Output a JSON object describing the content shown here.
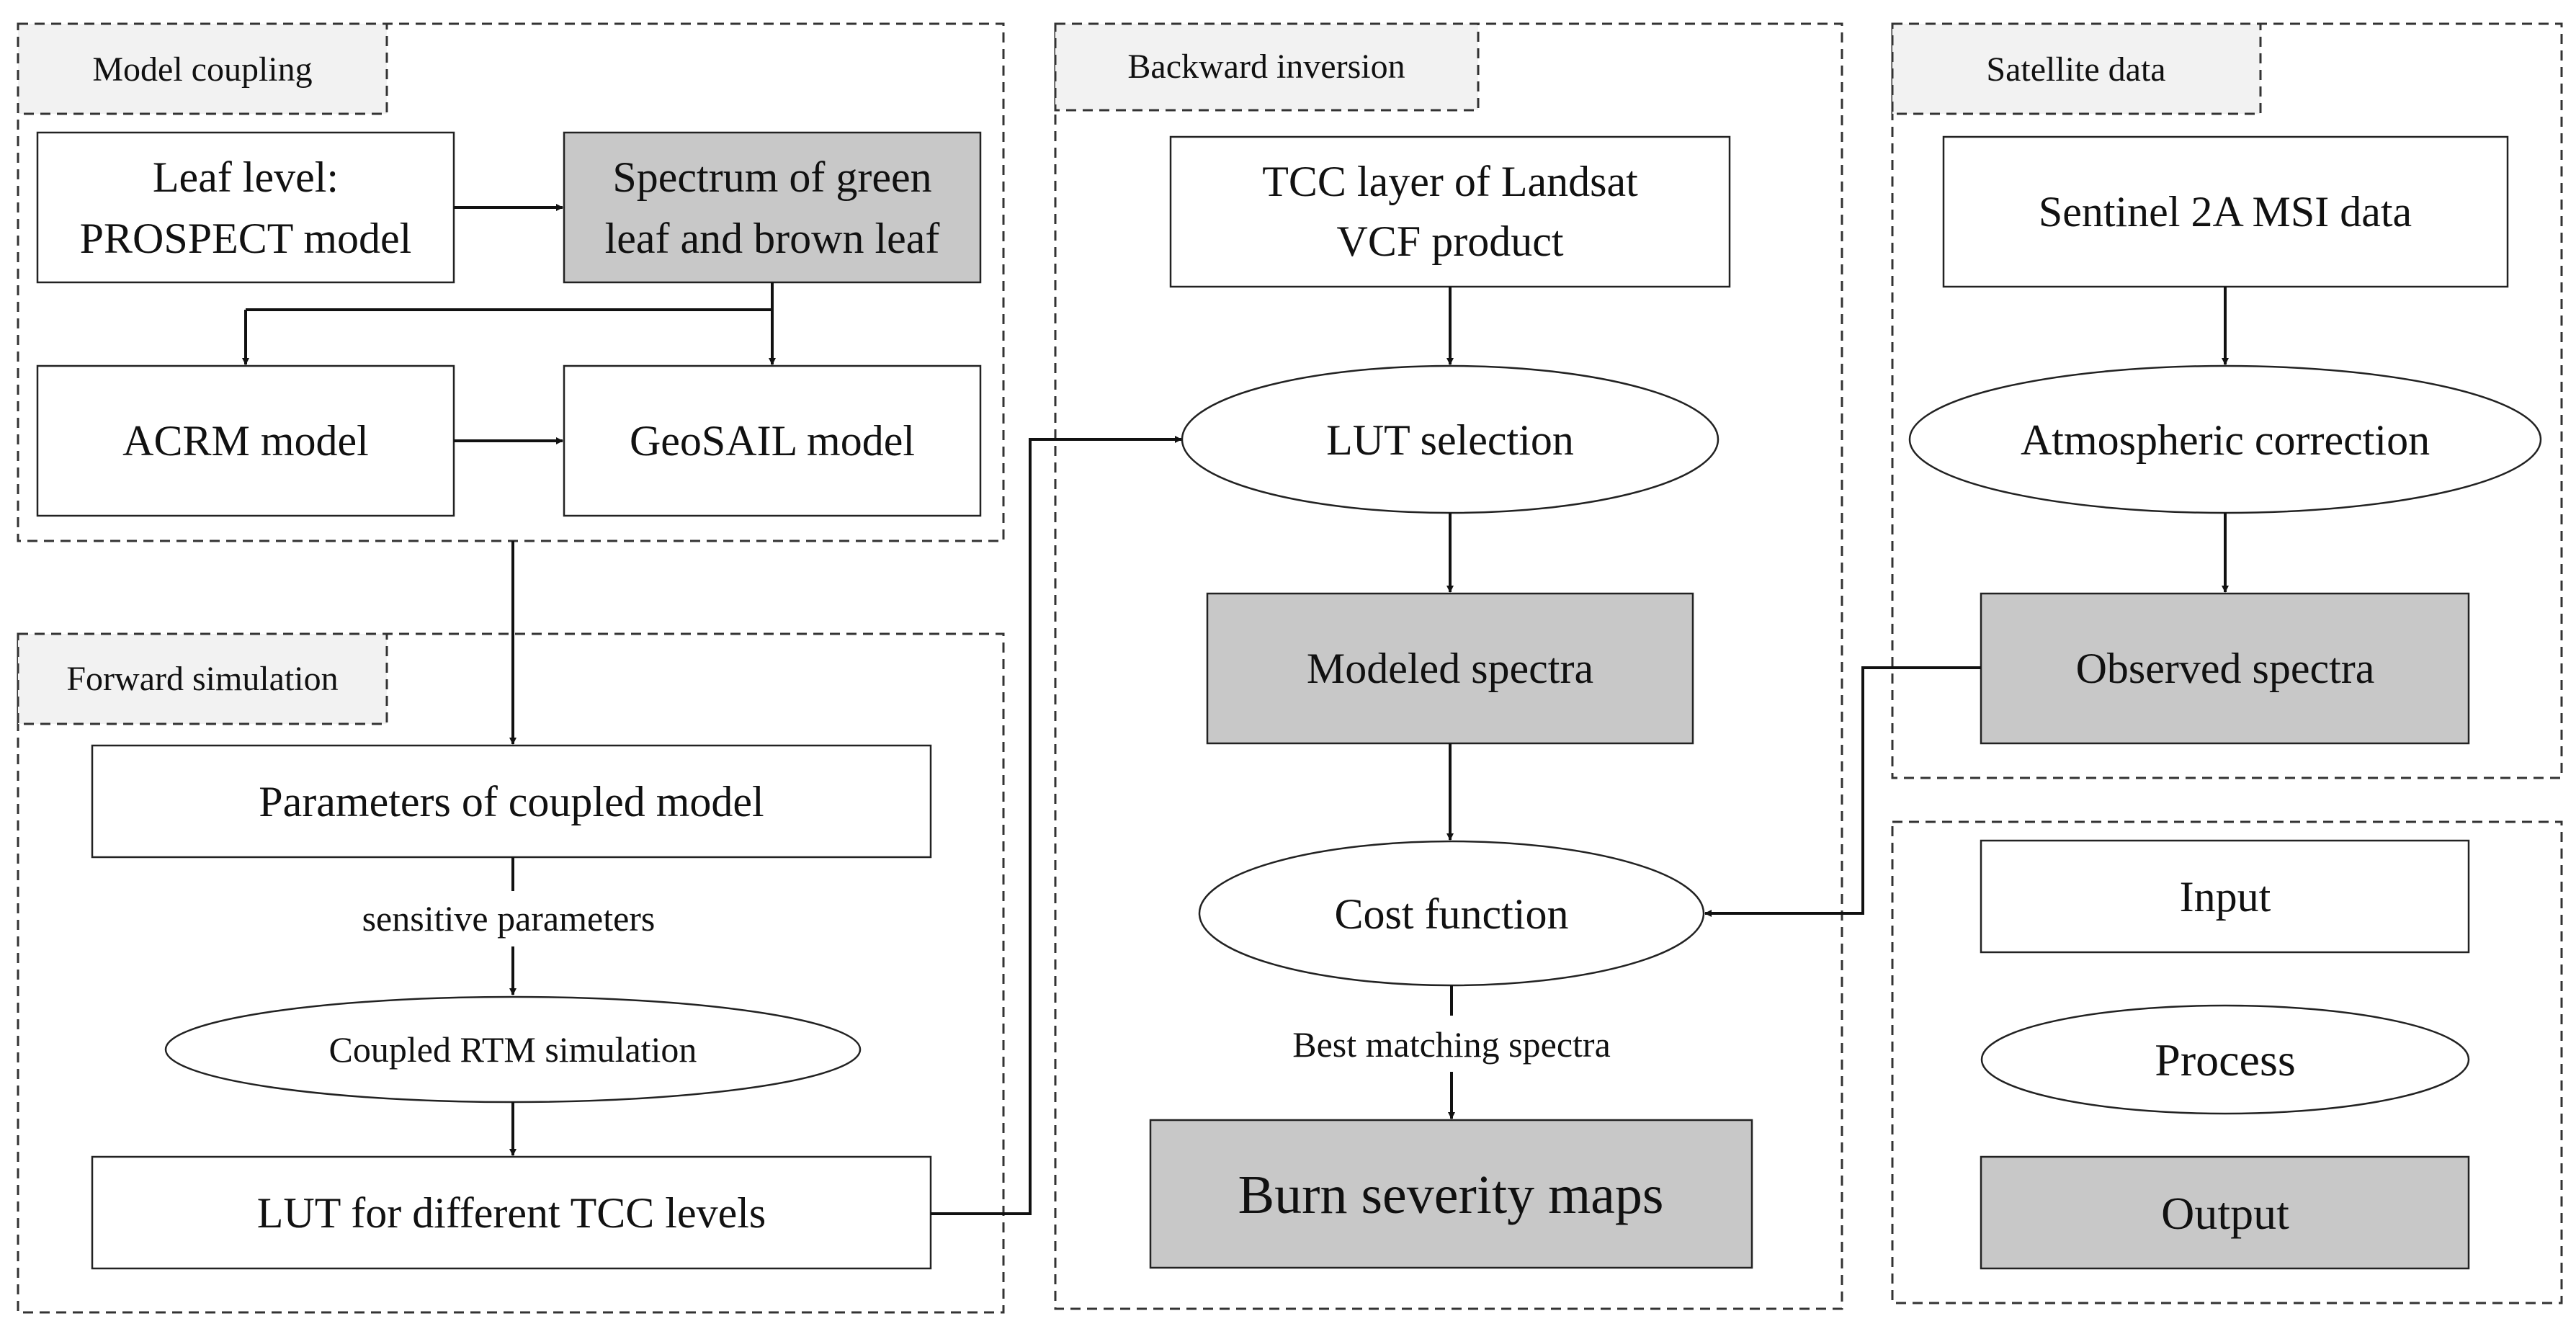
{
  "colors": {
    "input_fill": "#ffffff",
    "output_fill": "#c8c8c8",
    "label_tab_fill": "#f2f2f2",
    "line": "#111111"
  },
  "sections": {
    "model_coupling": "Model coupling",
    "forward_simulation": "Forward simulation",
    "backward_inversion": "Backward inversion",
    "satellite_data": "Satellite data"
  },
  "nodes": {
    "leaf_level": [
      "Leaf level:",
      "PROSPECT model"
    ],
    "spectrum": [
      "Spectrum of green",
      "leaf and brown leaf"
    ],
    "acrm": "ACRM model",
    "geosail": "GeoSAIL model",
    "parameters": "Parameters of coupled model",
    "coupled_rtm": "Coupled RTM simulation",
    "lut_levels": "LUT for different TCC levels",
    "tcc_layer": [
      "TCC layer of Landsat",
      "VCF product"
    ],
    "lut_selection": "LUT selection",
    "modeled_spectra": "Modeled spectra",
    "cost_function": "Cost function",
    "burn_severity": "Burn severity maps",
    "sentinel": "Sentinel 2A MSI data",
    "atmospheric": "Atmospheric correction",
    "observed_spectra": "Observed spectra"
  },
  "edge_labels": {
    "sensitive_parameters": "sensitive parameters",
    "best_matching": "Best matching spectra"
  },
  "legend": {
    "input": "Input",
    "process": "Process",
    "output": "Output"
  }
}
